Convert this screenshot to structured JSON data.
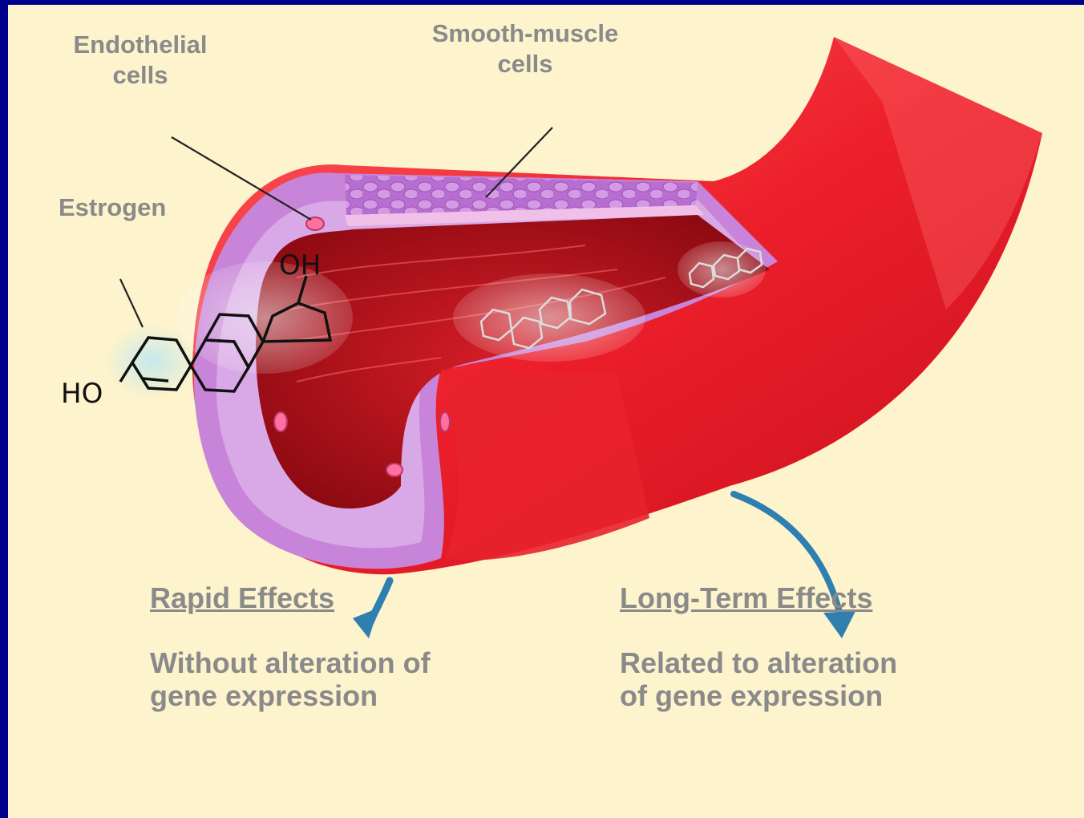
{
  "labels": {
    "endothelial": [
      "Endothelial",
      "cells"
    ],
    "smooth_muscle": [
      "Smooth-muscle",
      "cells"
    ],
    "estrogen": "Estrogen",
    "hydroxyl_top": "OH",
    "hydroxyl_left": "HO"
  },
  "effects": {
    "rapid": {
      "title": "Rapid Effects",
      "lines": [
        "Without alteration of",
        "gene expression"
      ]
    },
    "long_term": {
      "title": "Long-Term Effects",
      "lines": [
        "Related to alteration",
        "of gene expression"
      ]
    }
  },
  "colors": {
    "frame": "#00008c",
    "background": "#fdf3cc",
    "vessel_red": "#e61e2a",
    "vessel_wall": "#c88ad8",
    "text_gray": "#8a8a8a",
    "arrow_blue": "#2f7fb0"
  }
}
